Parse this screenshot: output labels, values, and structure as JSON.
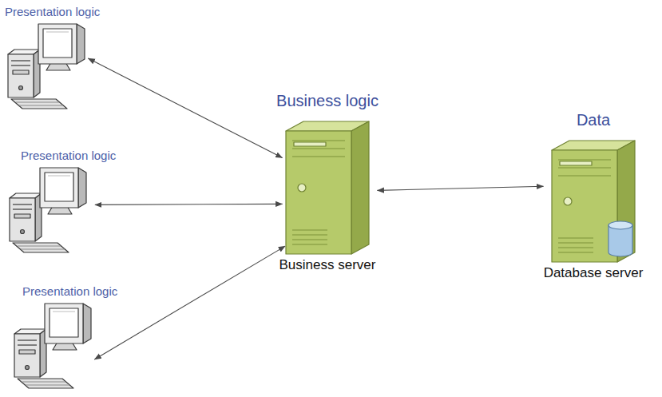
{
  "diagram": {
    "nodes": [
      {
        "text": [
          "Presentation logic"
        ]
      },
      {
        "text": [
          "Business logic",
          "Business server"
        ]
      },
      {
        "text": [
          "Data",
          "Database server"
        ]
      },
      {
        "text": [
          "Presentation logic"
        ]
      },
      {
        "text": [
          "Presentation logic"
        ]
      }
    ],
    "edges": [
      {
        "from": 0,
        "to": 1,
        "arrow": "both"
      },
      {
        "from": 3,
        "to": 1,
        "arrow": "both"
      },
      {
        "from": 4,
        "to": 1,
        "arrow": "both"
      },
      {
        "from": 1,
        "to": 2,
        "arrow": "both"
      }
    ]
  }
}
